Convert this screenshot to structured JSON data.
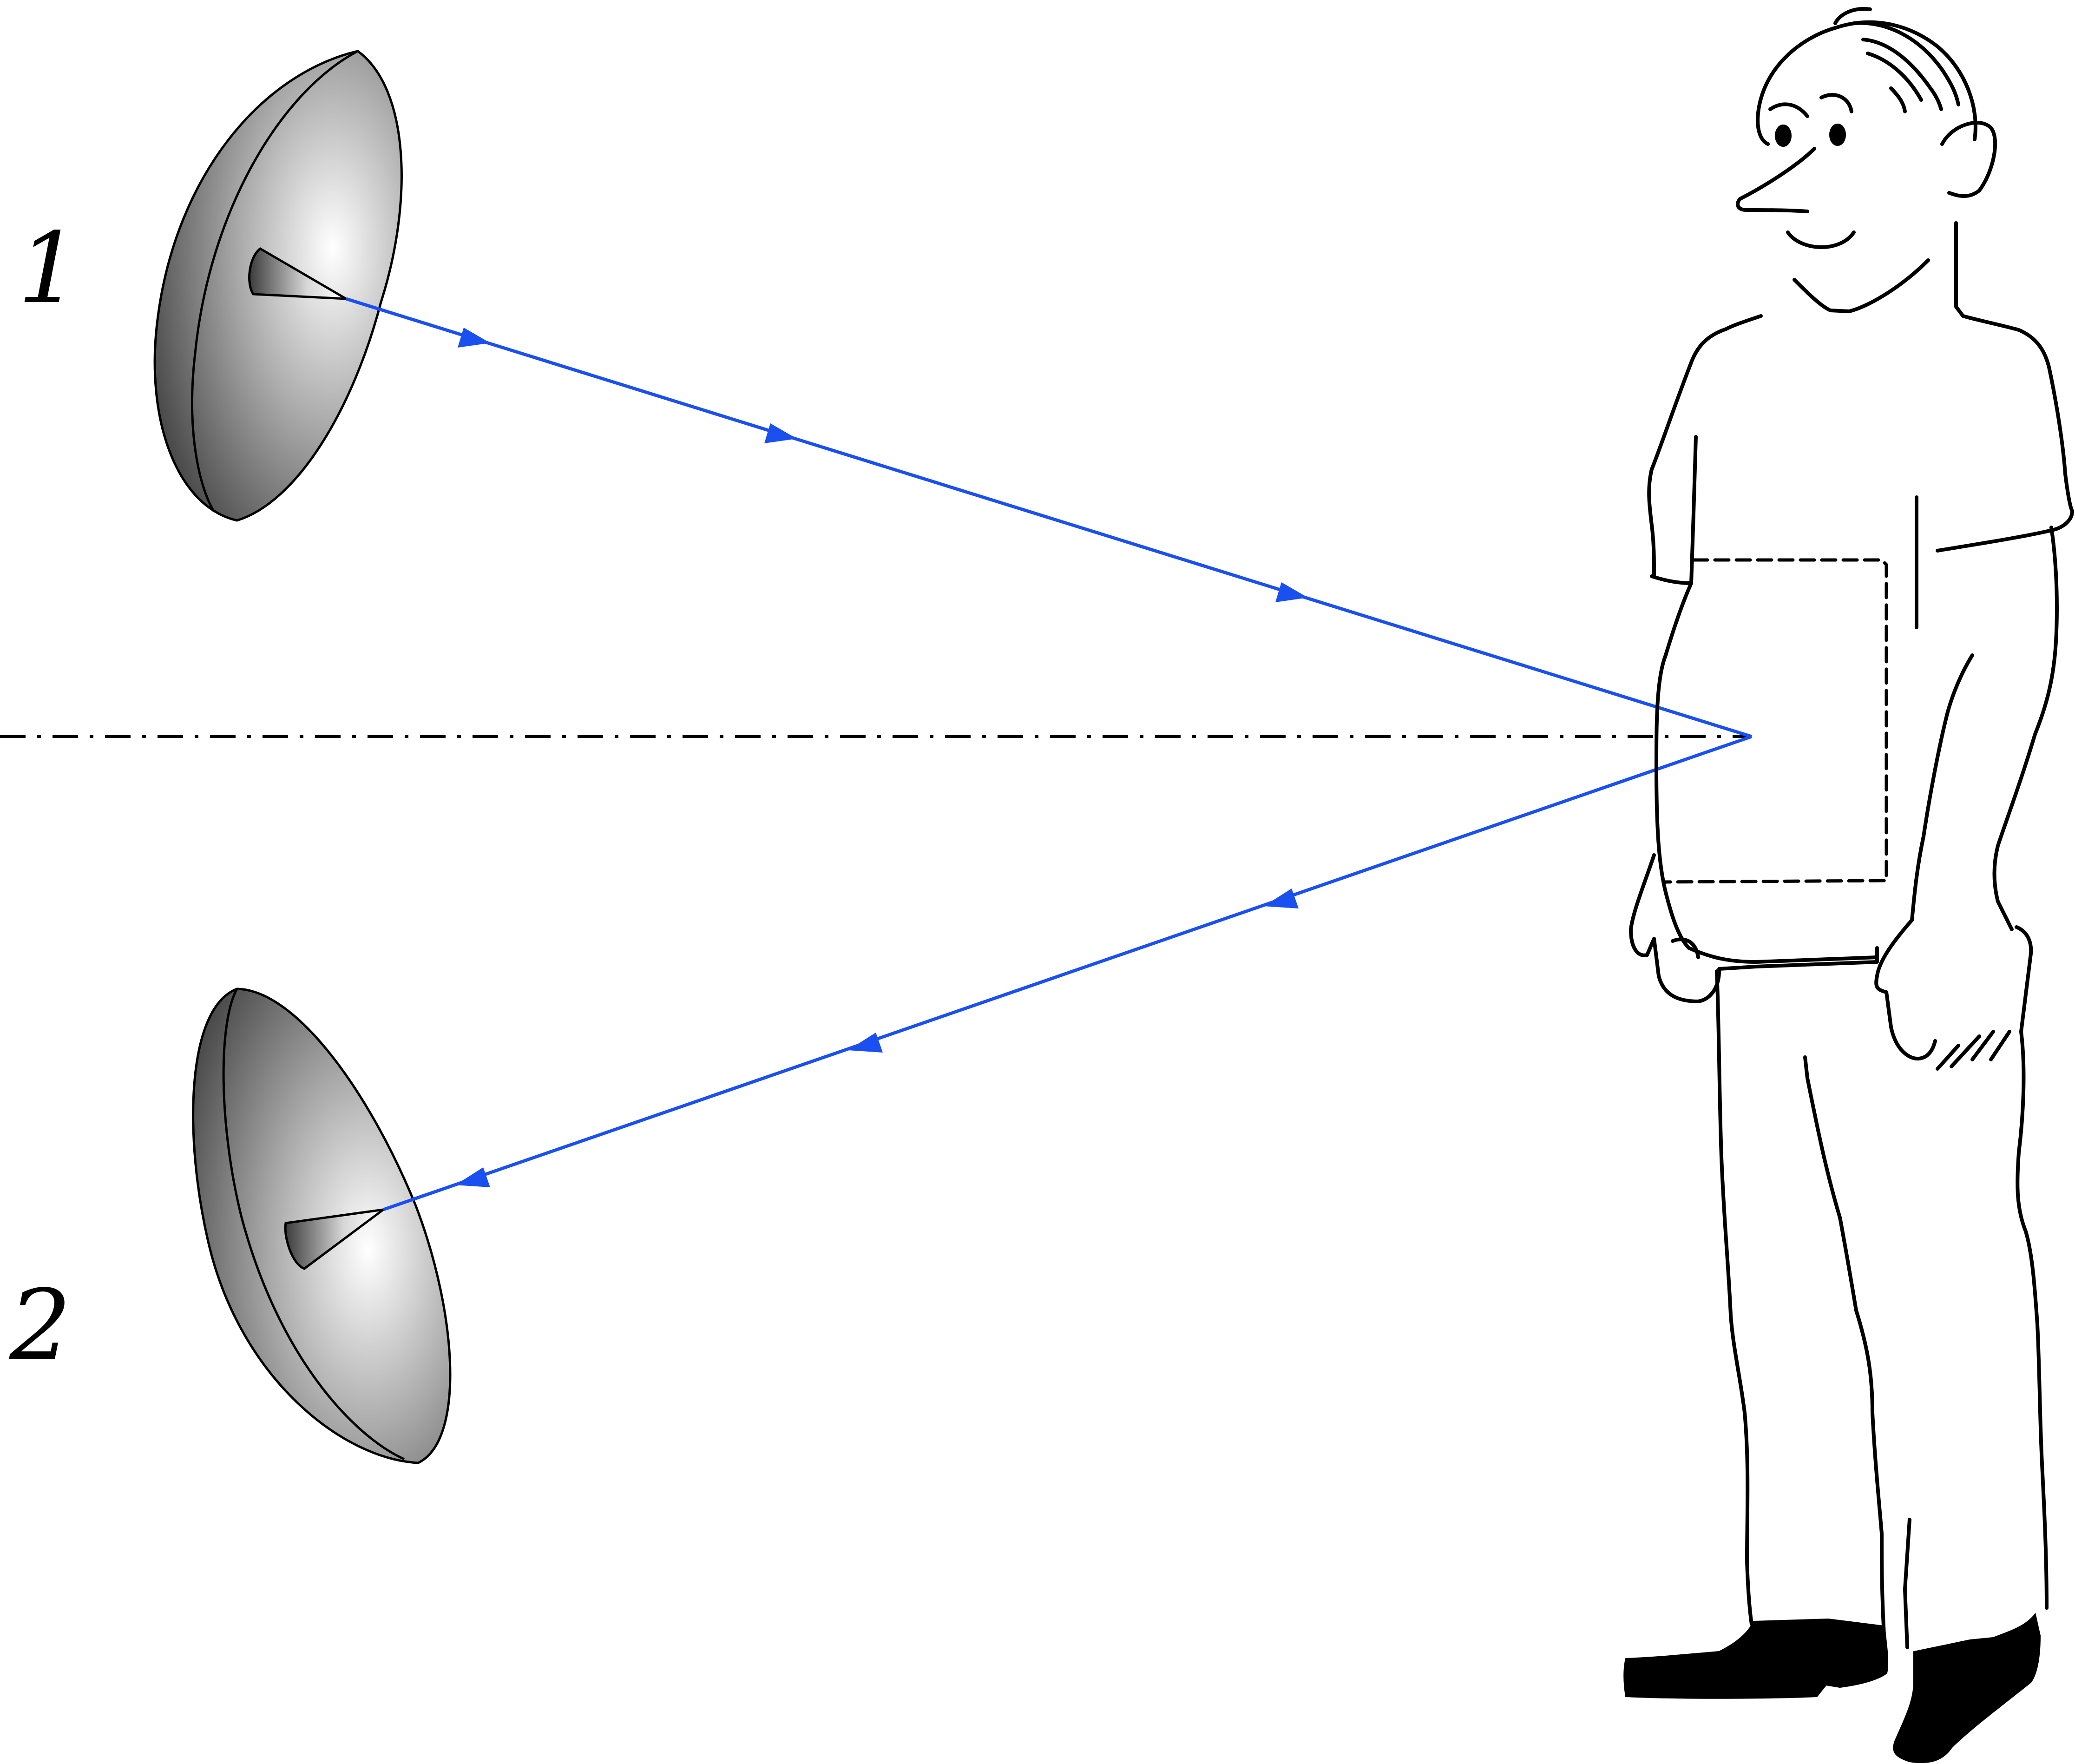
{
  "labels": {
    "antenna_1": "1",
    "antenna_2": "2"
  },
  "colors": {
    "beam": "#1a4ff0",
    "outline": "#000000",
    "background": "#ffffff",
    "dish_light": "#ffffff",
    "dish_dark": "#3a3a3a"
  },
  "elements": {
    "antenna_top": "transmitting-dish-antenna",
    "antenna_bottom": "receiving-dish-antenna",
    "beam_in": "incident-beam",
    "beam_out": "reflected-beam",
    "axis": "dash-dot-symmetry-axis",
    "person": "standing-person",
    "hidden_object": "dashed-concealed-region"
  }
}
